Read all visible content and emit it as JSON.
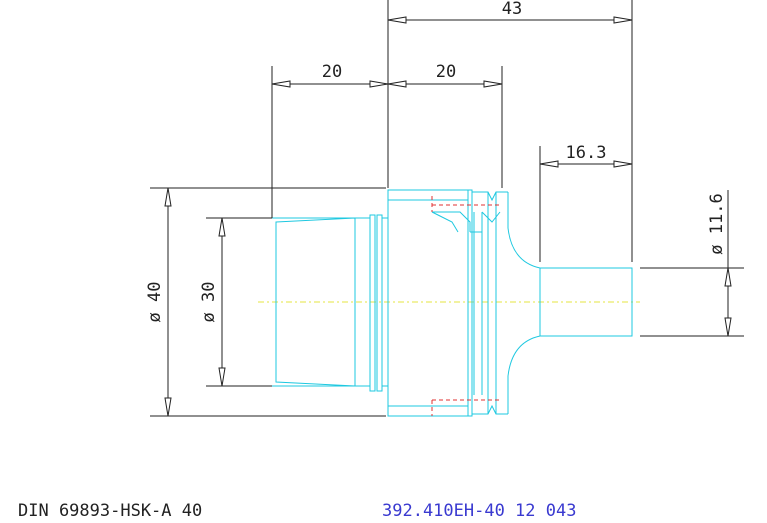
{
  "dimensions": {
    "overall_length": "43",
    "flange_left": "20",
    "flange_right": "20",
    "shank_length": "16.3",
    "shank_diameter": "ø 11.6",
    "outer_diameter": "ø 40",
    "inner_diameter": "ø 30"
  },
  "captions": {
    "standard": "DIN 69893-HSK-A 40",
    "part_number": "392.410EH-40 12 043"
  },
  "colors": {
    "dimension_lines": "#222222",
    "part_outline": "#1ec8e0",
    "hidden_lines": "#e03030",
    "center_line": "#e6e640",
    "part_number_text": "#3a3ad0"
  }
}
